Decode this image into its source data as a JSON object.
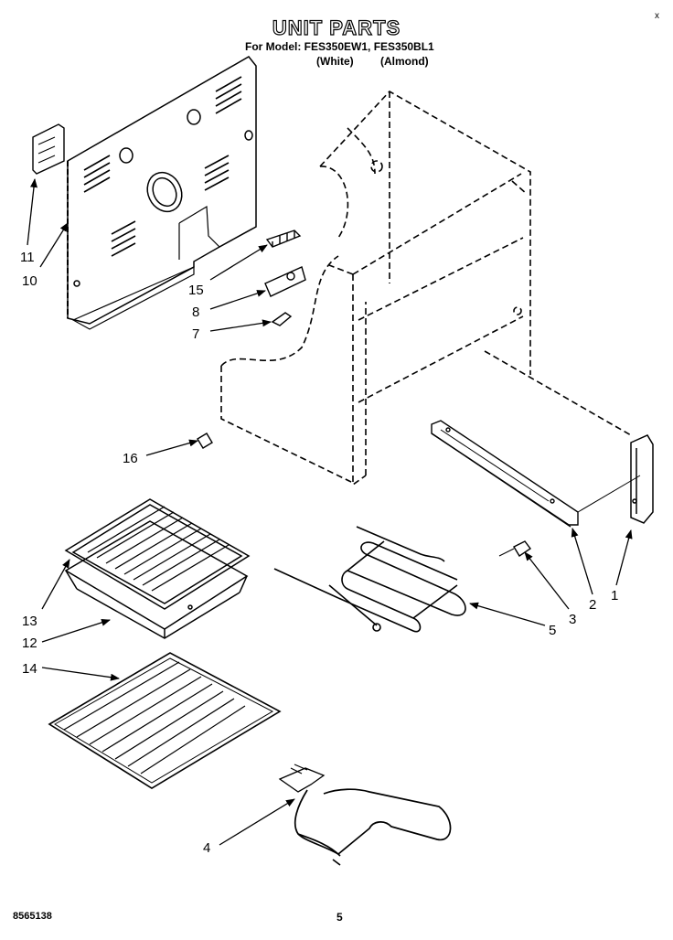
{
  "header": {
    "title": "UNIT PARTS",
    "model_line": "For Model: FES350EW1, FES350BL1",
    "variant_white": "(White)",
    "variant_almond": "(Almond)",
    "corner_mark": "x"
  },
  "footer": {
    "code": "8565138",
    "page": "5"
  },
  "callouts": {
    "c1": "1",
    "c2": "2",
    "c3": "3",
    "c4": "4",
    "c5": "5",
    "c7": "7",
    "c8": "8",
    "c10": "10",
    "c11": "11",
    "c12": "12",
    "c13": "13",
    "c14": "14",
    "c15": "15",
    "c16": "16"
  }
}
